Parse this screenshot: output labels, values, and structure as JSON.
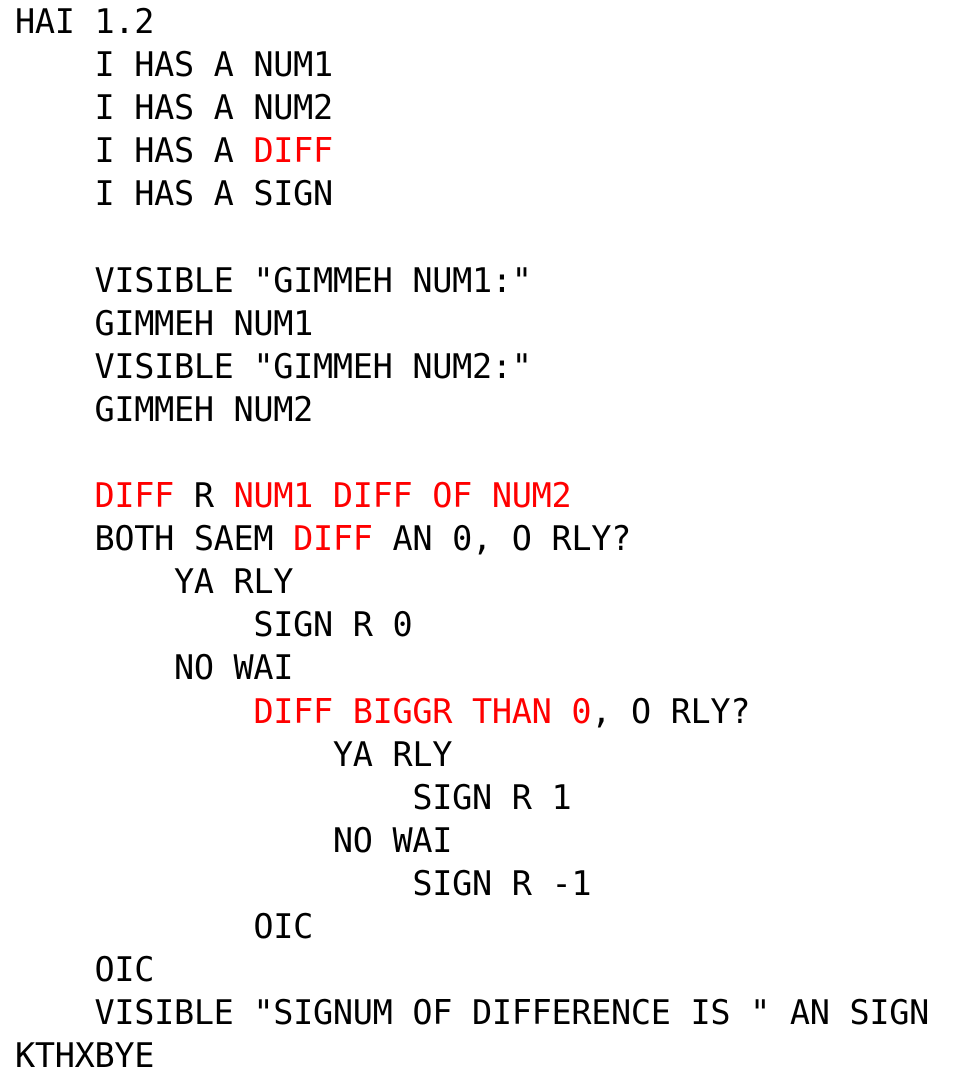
{
  "code": {
    "language": "LOLCODE",
    "highlight_color": "#ff0000",
    "lines": [
      [
        {
          "t": "HAI 1.2",
          "r": false
        }
      ],
      [
        {
          "t": "    I HAS A NUM1",
          "r": false
        }
      ],
      [
        {
          "t": "    I HAS A NUM2",
          "r": false
        }
      ],
      [
        {
          "t": "    I HAS A ",
          "r": false
        },
        {
          "t": "DIFF",
          "r": true
        }
      ],
      [
        {
          "t": "    I HAS A SIGN",
          "r": false
        }
      ],
      [
        {
          "t": "",
          "r": false
        }
      ],
      [
        {
          "t": "    VISIBLE \"GIMMEH NUM1:\"",
          "r": false
        }
      ],
      [
        {
          "t": "    GIMMEH NUM1",
          "r": false
        }
      ],
      [
        {
          "t": "    VISIBLE \"GIMMEH NUM2:\"",
          "r": false
        }
      ],
      [
        {
          "t": "    GIMMEH NUM2",
          "r": false
        }
      ],
      [
        {
          "t": "",
          "r": false
        }
      ],
      [
        {
          "t": "    ",
          "r": false
        },
        {
          "t": "DIFF",
          "r": true
        },
        {
          "t": " R ",
          "r": false
        },
        {
          "t": "NUM1 DIFF OF NUM2",
          "r": true
        }
      ],
      [
        {
          "t": "    BOTH SAEM ",
          "r": false
        },
        {
          "t": "DIFF",
          "r": true
        },
        {
          "t": " AN 0, O RLY?",
          "r": false
        }
      ],
      [
        {
          "t": "        YA RLY",
          "r": false
        }
      ],
      [
        {
          "t": "            SIGN R 0",
          "r": false
        }
      ],
      [
        {
          "t": "        NO WAI",
          "r": false
        }
      ],
      [
        {
          "t": "            ",
          "r": false
        },
        {
          "t": "DIFF BIGGR THAN 0",
          "r": true
        },
        {
          "t": ", O RLY?",
          "r": false
        }
      ],
      [
        {
          "t": "                YA RLY",
          "r": false
        }
      ],
      [
        {
          "t": "                    SIGN R 1",
          "r": false
        }
      ],
      [
        {
          "t": "                NO WAI",
          "r": false
        }
      ],
      [
        {
          "t": "                    SIGN R -1",
          "r": false
        }
      ],
      [
        {
          "t": "            OIC",
          "r": false
        }
      ],
      [
        {
          "t": "    OIC",
          "r": false
        }
      ],
      [
        {
          "t": "    VISIBLE \"SIGNUM OF DIFFERENCE IS \" AN SIGN",
          "r": false
        }
      ],
      [
        {
          "t": "KTHXBYE",
          "r": false
        }
      ]
    ]
  }
}
